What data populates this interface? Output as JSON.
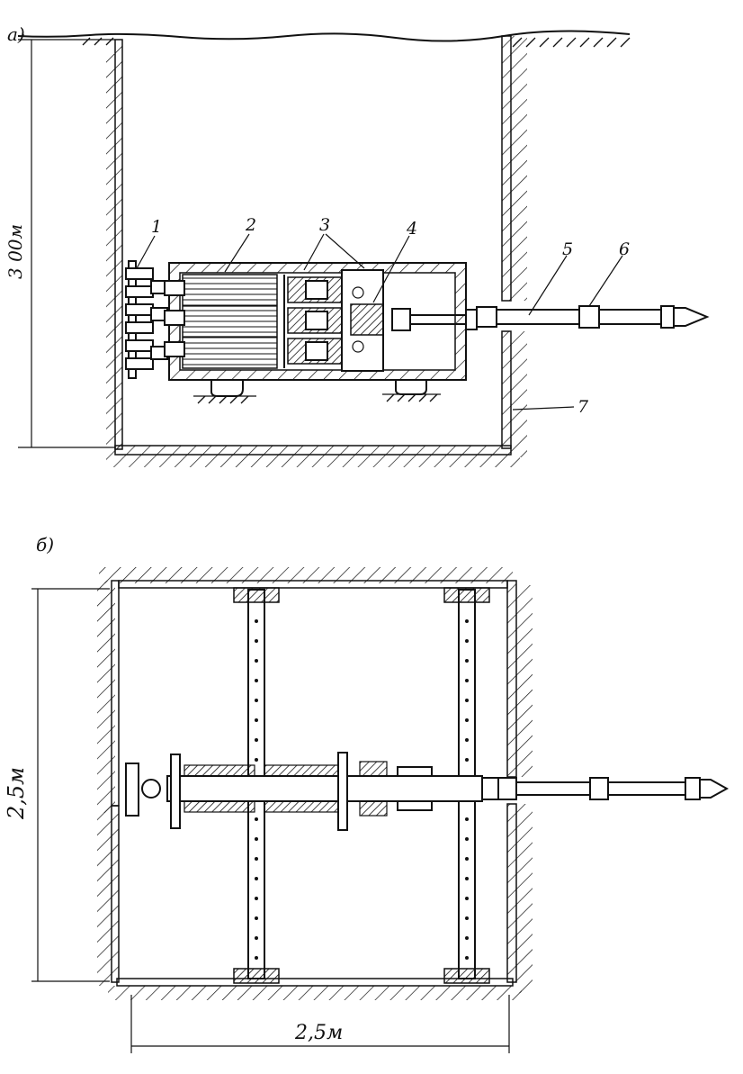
{
  "panel_a": {
    "letter": "а)",
    "height_dimension": "3 00м",
    "callouts": [
      "1",
      "2",
      "3",
      "4",
      "5",
      "6",
      "7"
    ]
  },
  "panel_b": {
    "letter": "б)",
    "height_dimension": "2,5м",
    "width_dimension": "2,5м"
  }
}
